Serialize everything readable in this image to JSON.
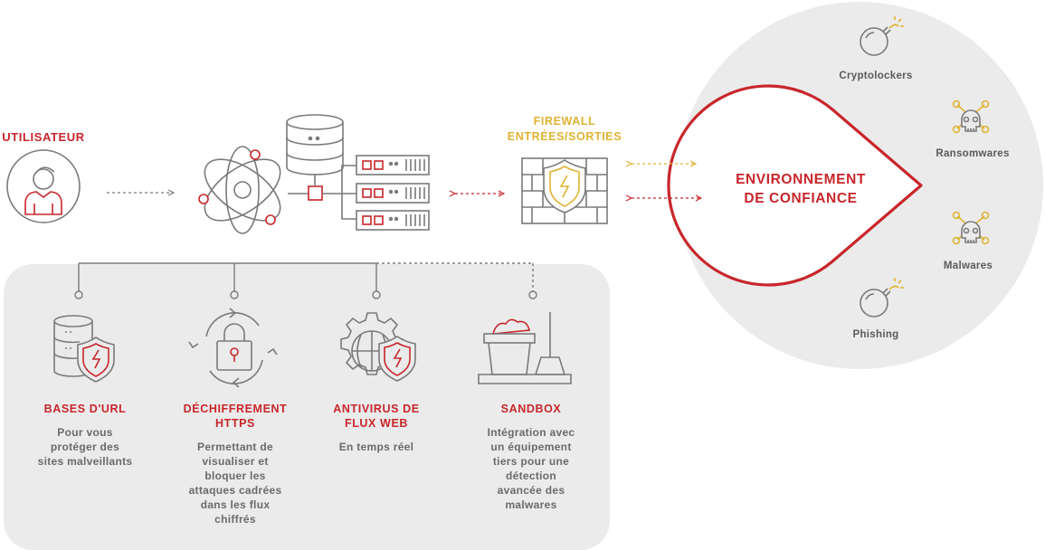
{
  "colors": {
    "red": "#c8262b",
    "gold": "#e0b334",
    "gray": "#7a7a7a",
    "panel": "#ebebeb"
  },
  "user": {
    "label": "UTILISATEUR",
    "icon": "user-icon"
  },
  "proxy": {
    "icons": [
      "atom-icon",
      "database-icon",
      "server-rack-icon"
    ]
  },
  "firewall": {
    "label_line1": "FIREWALL",
    "label_line2": "ENTRÉES/SORTIES",
    "icon": "brick-wall-shield-icon"
  },
  "trust": {
    "line1": "ENVIRONNEMENT",
    "line2": "DE CONFIANCE"
  },
  "threats": [
    {
      "label": "Cryptolockers",
      "icon": "bomb-icon"
    },
    {
      "label": "Ransomwares",
      "icon": "skull-icon"
    },
    {
      "label": "Malwares",
      "icon": "skull-icon"
    },
    {
      "label": "Phishing",
      "icon": "bomb-icon"
    }
  ],
  "features": [
    {
      "title": [
        "BASES D'URL"
      ],
      "desc": [
        "Pour vous",
        "protéger des",
        "sites malveillants"
      ],
      "icon": "database-shield-icon"
    },
    {
      "title": [
        "DÉCHIFFREMENT",
        "HTTPS"
      ],
      "desc": [
        "Permettant de",
        "visualiser et",
        "bloquer les",
        "attaques cadrées",
        "dans les flux",
        "chiffrés"
      ],
      "icon": "padlock-cycle-icon"
    },
    {
      "title": [
        "ANTIVIRUS DE",
        "FLUX WEB"
      ],
      "desc": [
        "En temps réel"
      ],
      "icon": "gear-globe-shield-icon"
    },
    {
      "title": [
        "SANDBOX"
      ],
      "desc": [
        "Intégration avec",
        "un équipement",
        "tiers pour une",
        "détection",
        "avancée des",
        "malwares"
      ],
      "icon": "sandbox-bucket-icon"
    }
  ]
}
